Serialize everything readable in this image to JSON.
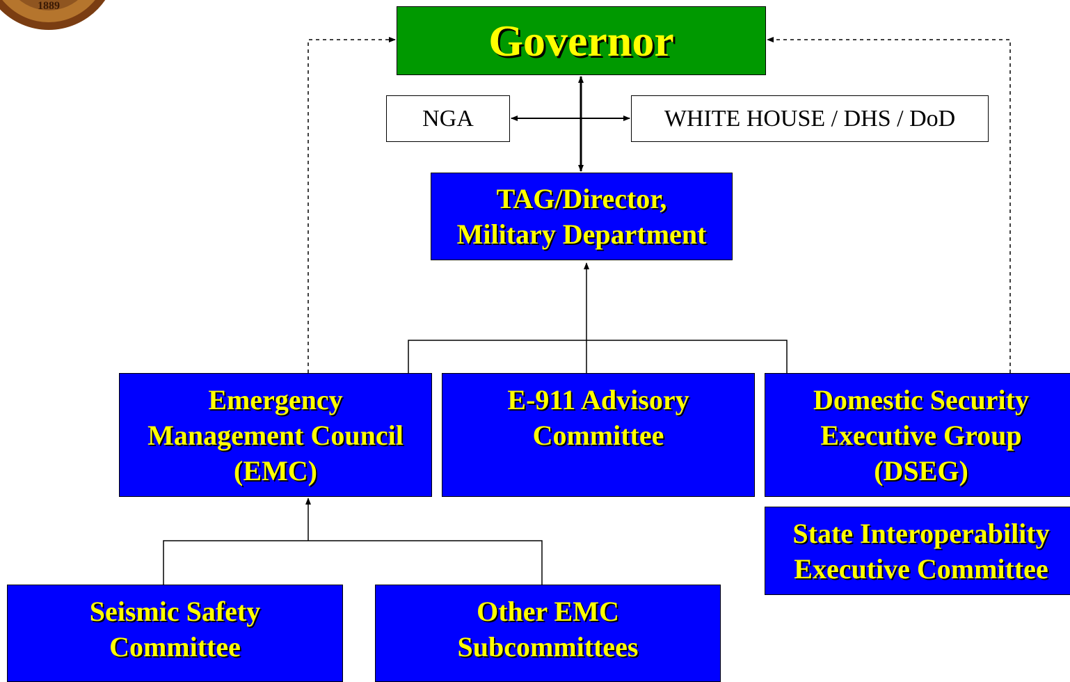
{
  "seal": {
    "text": "1889"
  },
  "chart": {
    "governor": "Governor",
    "nga": "NGA",
    "whitehouse": "WHITE HOUSE / DHS / DoD",
    "tag": "TAG/Director,\nMilitary Department",
    "emc": "Emergency\nManagement Council\n(EMC)",
    "e911": "E-911 Advisory\nCommittee",
    "dseg": "Domestic Security\nExecutive Group\n(DSEG)",
    "state_interop": "State Interoperability\nExecutive Committee",
    "seismic": "Seismic Safety\nCommittee",
    "other_emc": "Other EMC\nSubcommittees"
  },
  "colors": {
    "box_fill": "#0000ff",
    "box_text": "#ffff00",
    "governor_fill": "#009900",
    "line": "#000000"
  }
}
